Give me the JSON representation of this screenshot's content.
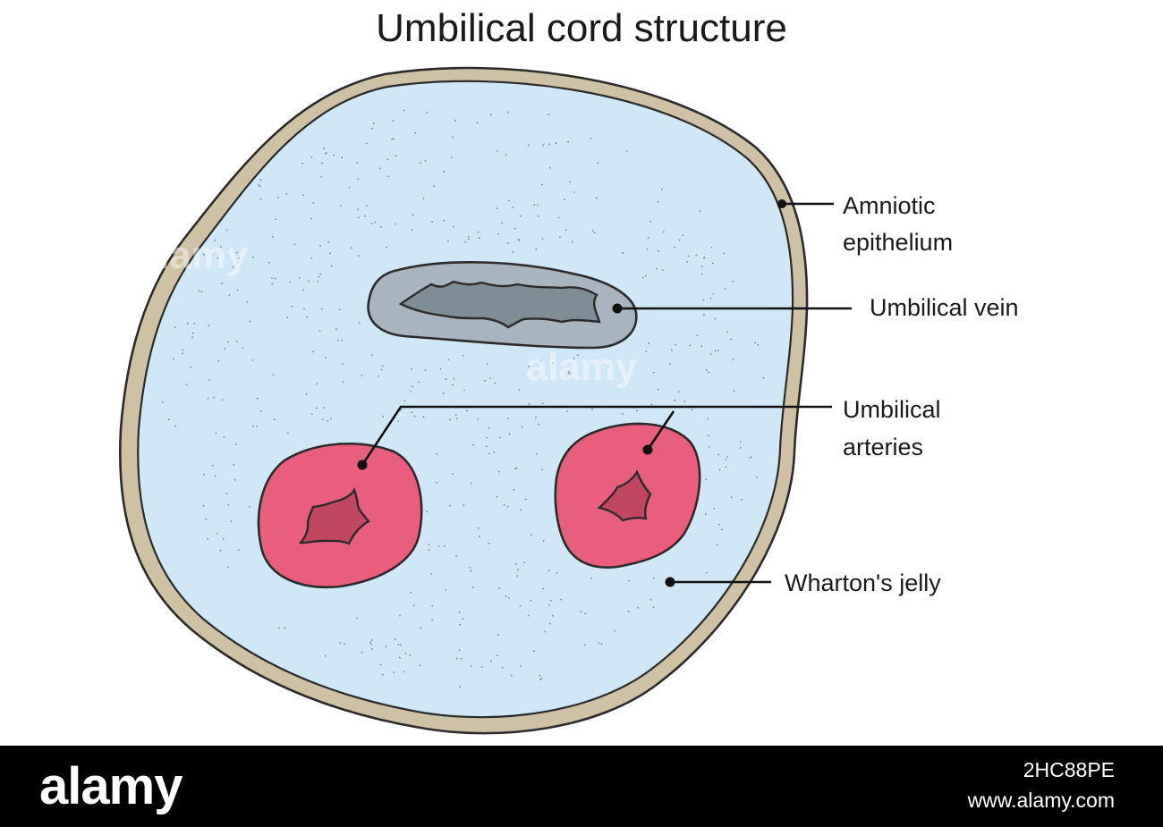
{
  "title": "Umbilical cord structure",
  "labels": {
    "amniotic_line1": "Amniotic",
    "amniotic_line2": "epithelium",
    "vein": "Umbilical vein",
    "arteries_line1": "Umbilical",
    "arteries_line2": "arteries",
    "wharton": "Wharton's jelly"
  },
  "watermark": "alamy",
  "footer": {
    "brand": "alamy",
    "image_id": "2HC88PE",
    "url": "www.alamy.com"
  },
  "colors": {
    "amniotic_epithelium": "#cfc2a4",
    "whartons_jelly": "#cfe7f6",
    "umbilical_vein": "#a8b4bf",
    "vein_lumen": "#7f8d96",
    "umbilical_arteries": "#ea5e7d",
    "artery_lumen": "#c0475f",
    "outline": "#2b2b2b",
    "footer_background": "#000000"
  }
}
